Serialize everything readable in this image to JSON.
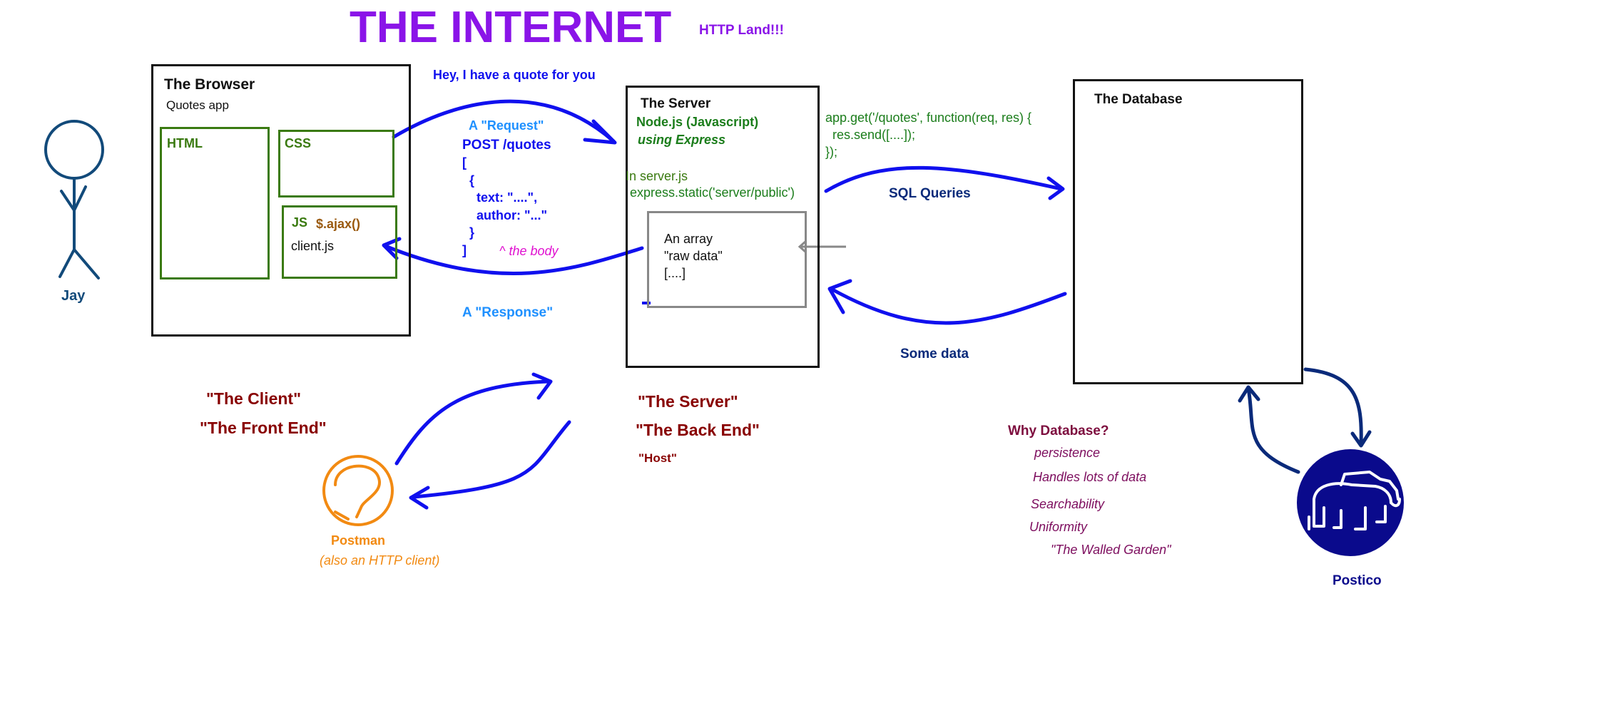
{
  "title": "THE INTERNET",
  "subtitle": "HTTP Land!!!",
  "user": {
    "label": "Jay"
  },
  "browser": {
    "title": "The Browser",
    "app": "Quotes app",
    "html_label": "HTML",
    "css_label": "CSS",
    "js_label": "JS",
    "ajax_label": "$.ajax()",
    "js_file": "client.js"
  },
  "request": {
    "caption": "Hey, I have a quote for you",
    "label": "A \"Request\"",
    "method_line": "POST /quotes",
    "body_lines": [
      "[",
      "  {",
      "    text: \"....\",",
      "    author: \"...\"",
      "  }",
      "]"
    ],
    "body_note": "^ the body"
  },
  "response": {
    "label": "A \"Response\""
  },
  "server": {
    "title": "The Server",
    "tech": "Node.js (Javascript)",
    "framework": "using Express",
    "file_note": "In server.js",
    "static_line": "express.static('server/public')",
    "array_lines": [
      "An array",
      "\"raw data\"",
      "[....]"
    ],
    "code_lines": [
      "app.get('/quotes', function(req, res) {",
      "  res.send([....]);",
      "});"
    ]
  },
  "database": {
    "title": "The Database",
    "sql_label": "SQL Queries",
    "data_label": "Some data",
    "why_title": "Why Database?",
    "reasons": [
      "persistence",
      "Handles lots of data",
      "Searchability",
      "Uniformity",
      "\"The Walled Garden\""
    ]
  },
  "client_labels": [
    "\"The Client\"",
    "\"The Front End\""
  ],
  "server_labels": [
    "\"The Server\"",
    "\"The Back End\""
  ],
  "host_label": "\"Host\"",
  "postman": {
    "name": "Postman",
    "note": "(also an HTTP client)"
  },
  "postico": {
    "name": "Postico"
  },
  "colors": {
    "title": "#8a14e8",
    "blue_arrow": "#1010ee",
    "green": "#3a7a10",
    "dark_green": "#1b7d1b",
    "maroon": "#880000",
    "purple": "#7d0d5e",
    "orange": "#f28a12",
    "navy": "#0a2a7a",
    "light_blue": "#1e90ff",
    "magenta": "#e010d0"
  }
}
